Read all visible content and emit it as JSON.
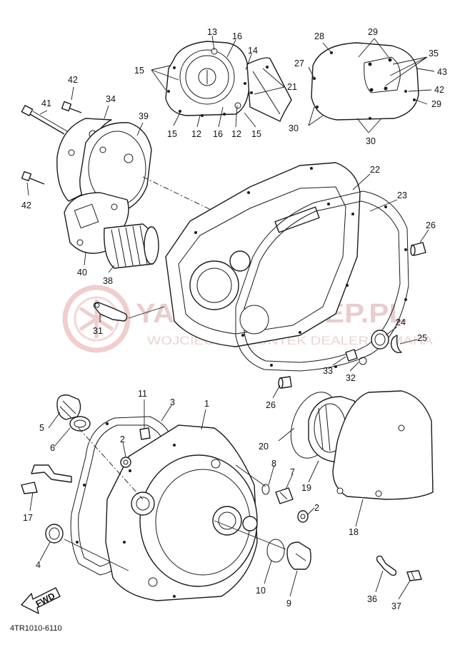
{
  "diagram": {
    "code": "4TR1010-6110",
    "fwd_label": "FWD",
    "watermark": {
      "title": "YAMAHASKLEP.PL",
      "subtitle": "WOJCIECH SWIONTEK DEALER YAMAHA"
    },
    "callouts": [
      {
        "id": "c13a",
        "text": "13"
      },
      {
        "id": "c16a",
        "text": "16"
      },
      {
        "id": "c14",
        "text": "14"
      },
      {
        "id": "c15a",
        "text": "15"
      },
      {
        "id": "c21",
        "text": "21"
      },
      {
        "id": "c15b",
        "text": "15"
      },
      {
        "id": "c12a",
        "text": "12"
      },
      {
        "id": "c16b",
        "text": "16"
      },
      {
        "id": "c12b",
        "text": "12"
      },
      {
        "id": "c15c",
        "text": "15"
      },
      {
        "id": "c28",
        "text": "28"
      },
      {
        "id": "c29a",
        "text": "29"
      },
      {
        "id": "c35",
        "text": "35"
      },
      {
        "id": "c27",
        "text": "27"
      },
      {
        "id": "c43",
        "text": "43"
      },
      {
        "id": "c42a",
        "text": "42"
      },
      {
        "id": "c29b",
        "text": "29"
      },
      {
        "id": "c30a",
        "text": "30"
      },
      {
        "id": "c30b",
        "text": "30"
      },
      {
        "id": "c42b",
        "text": "42"
      },
      {
        "id": "c34",
        "text": "34"
      },
      {
        "id": "c41",
        "text": "41"
      },
      {
        "id": "c39",
        "text": "39"
      },
      {
        "id": "c42c",
        "text": "42"
      },
      {
        "id": "c22",
        "text": "22"
      },
      {
        "id": "c23",
        "text": "23"
      },
      {
        "id": "c26a",
        "text": "26"
      },
      {
        "id": "c40",
        "text": "40"
      },
      {
        "id": "c38",
        "text": "38"
      },
      {
        "id": "c31",
        "text": "31"
      },
      {
        "id": "c24",
        "text": "24"
      },
      {
        "id": "c25",
        "text": "25"
      },
      {
        "id": "c33",
        "text": "33"
      },
      {
        "id": "c32",
        "text": "32"
      },
      {
        "id": "c26b",
        "text": "26"
      },
      {
        "id": "c11",
        "text": "11"
      },
      {
        "id": "c3",
        "text": "3"
      },
      {
        "id": "c1",
        "text": "1"
      },
      {
        "id": "c5",
        "text": "5"
      },
      {
        "id": "c6",
        "text": "6"
      },
      {
        "id": "c2a",
        "text": "2"
      },
      {
        "id": "c20",
        "text": "20"
      },
      {
        "id": "c8",
        "text": "8"
      },
      {
        "id": "c7",
        "text": "7"
      },
      {
        "id": "c19",
        "text": "19"
      },
      {
        "id": "c17",
        "text": "17"
      },
      {
        "id": "c2b",
        "text": "2"
      },
      {
        "id": "c18",
        "text": "18"
      },
      {
        "id": "c4",
        "text": "4"
      },
      {
        "id": "c10",
        "text": "10"
      },
      {
        "id": "c9",
        "text": "9"
      },
      {
        "id": "c36",
        "text": "36"
      },
      {
        "id": "c37",
        "text": "37"
      }
    ]
  }
}
